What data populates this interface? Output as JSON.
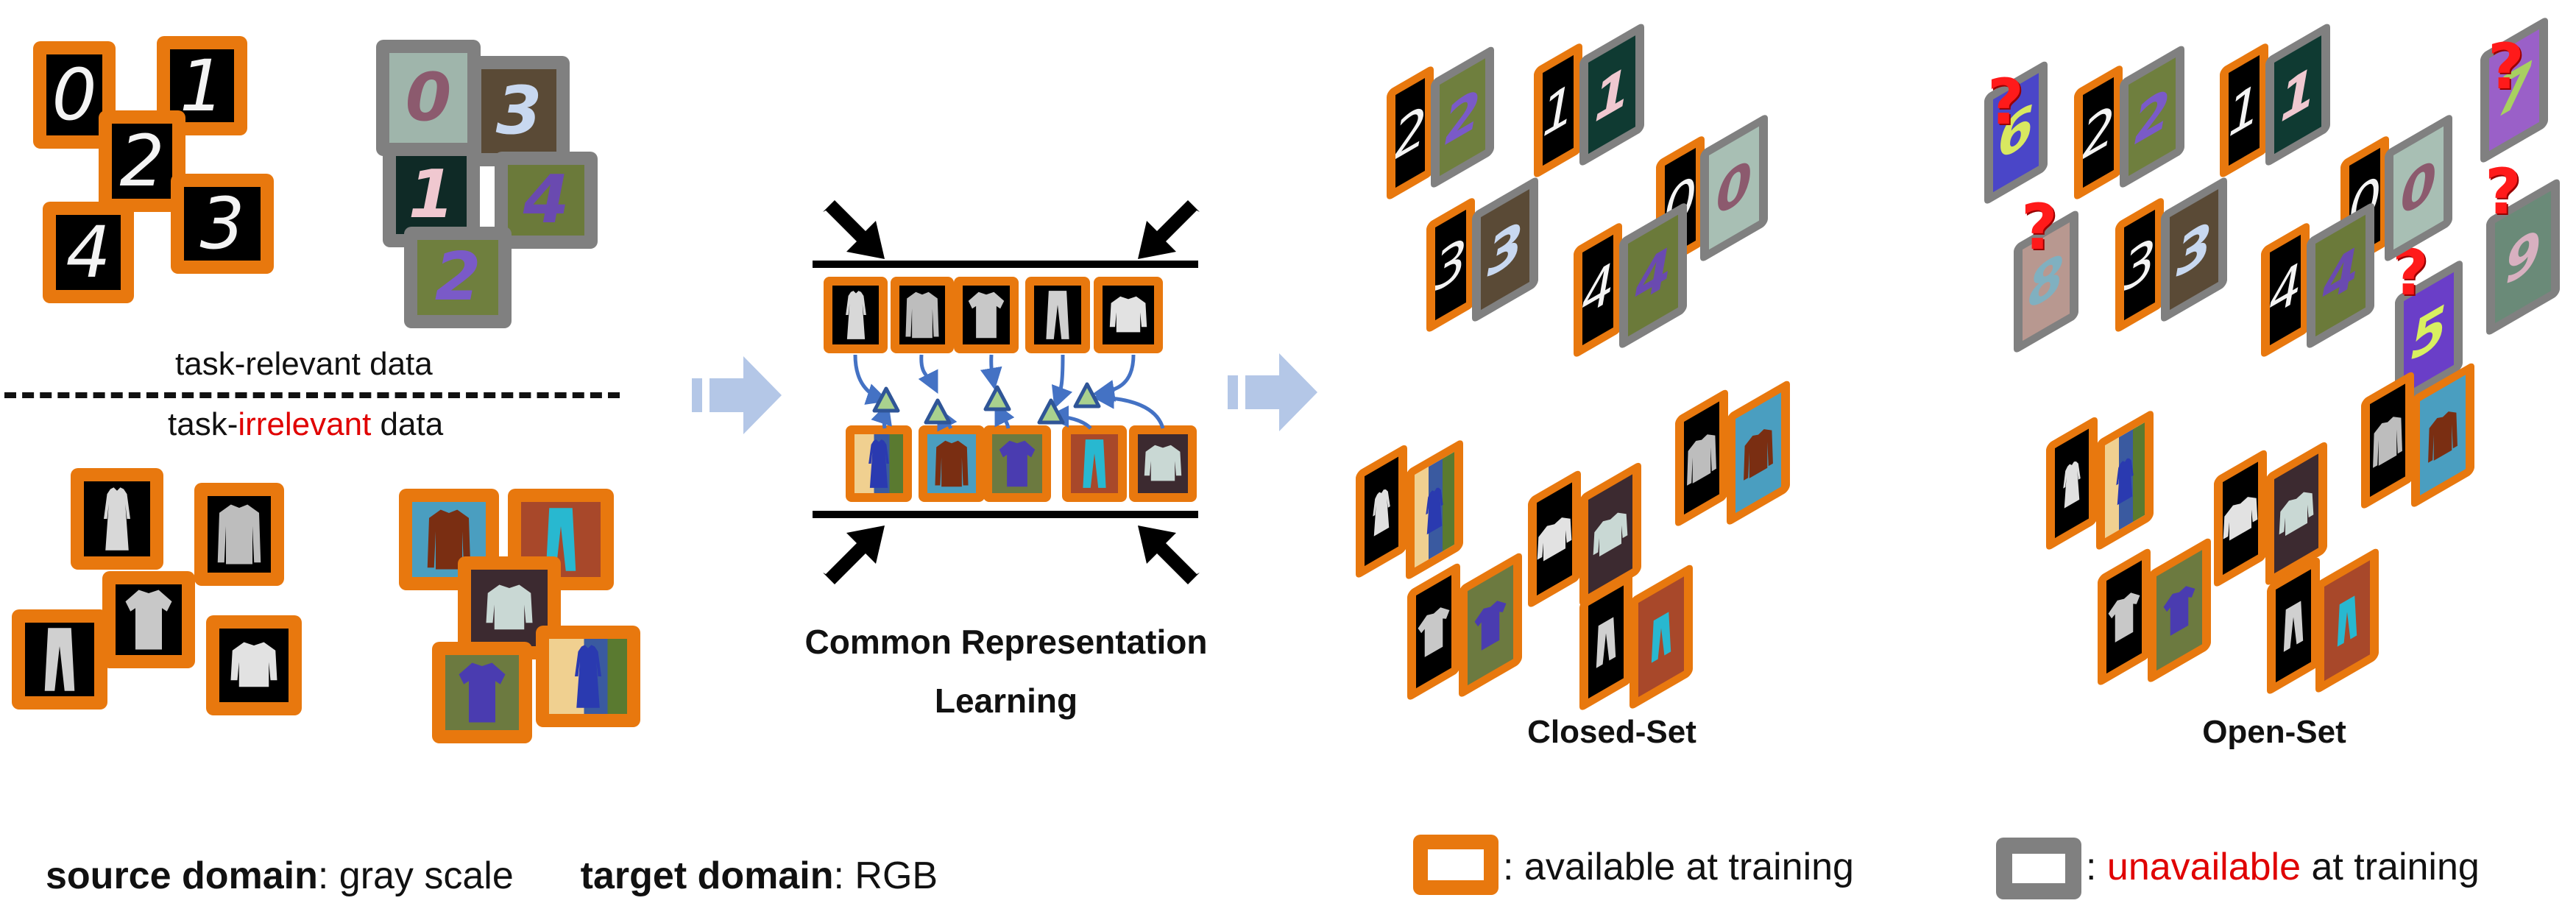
{
  "colors": {
    "available_border": "#e8780e",
    "unavailable_border": "#808080",
    "flow_arrow": "#b4c7e7",
    "link_arrow": "#4472c4",
    "anchor_fill": "#a9d18e",
    "anchor_stroke": "#2f5597",
    "highlight_red": "#e00000"
  },
  "left_panel": {
    "task_relevant_label": "task-relevant data",
    "task_irrelevant_prefix": "task-",
    "task_irrelevant_highlight": "irrelevant",
    "task_irrelevant_suffix": " data",
    "source_digits": [
      "0",
      "1",
      "2",
      "3",
      "4"
    ],
    "target_digits": [
      "0",
      "3",
      "1",
      "4",
      "2"
    ],
    "source_fashion": [
      "dress",
      "shirt",
      "t-shirt",
      "trouser",
      "pullover"
    ],
    "target_fashion": [
      "shirt",
      "trouser",
      "pullover",
      "t-shirt",
      "dress"
    ]
  },
  "center_panel": {
    "title_line1": "Common Representation",
    "title_line2": "Learning",
    "top_row": [
      "dress",
      "shirt",
      "t-shirt",
      "trouser",
      "pullover"
    ],
    "bottom_row": [
      "dress",
      "shirt",
      "t-shirt",
      "trouser",
      "pullover"
    ],
    "icons": [
      "compress-arrow-top-left-icon",
      "compress-arrow-top-right-icon",
      "compress-arrow-bottom-left-icon",
      "compress-arrow-bottom-right-icon"
    ]
  },
  "closed_set": {
    "label": "Closed-Set",
    "digit_pairs": [
      "2",
      "1",
      "0",
      "3",
      "4"
    ],
    "fashion_pairs": [
      "dress",
      "pullover",
      "shirt",
      "t-shirt",
      "trouser"
    ]
  },
  "open_set": {
    "label": "Open-Set",
    "digit_pairs": [
      "2",
      "1",
      "0",
      "3",
      "4"
    ],
    "unknown_digits": [
      "6",
      "7",
      "8",
      "5",
      "9"
    ],
    "unknown_marker": "?",
    "fashion_pairs": [
      "dress",
      "pullover",
      "shirt",
      "t-shirt",
      "trouser"
    ]
  },
  "footer": {
    "source_bold": "source domain",
    "source_value": ": gray scale",
    "target_bold": "target domain",
    "target_value": ": RGB",
    "legend_available": ": available at training",
    "legend_unavailable_prefix": ": ",
    "legend_unavailable_highlight": "unavailable",
    "legend_unavailable_suffix": " at training"
  }
}
